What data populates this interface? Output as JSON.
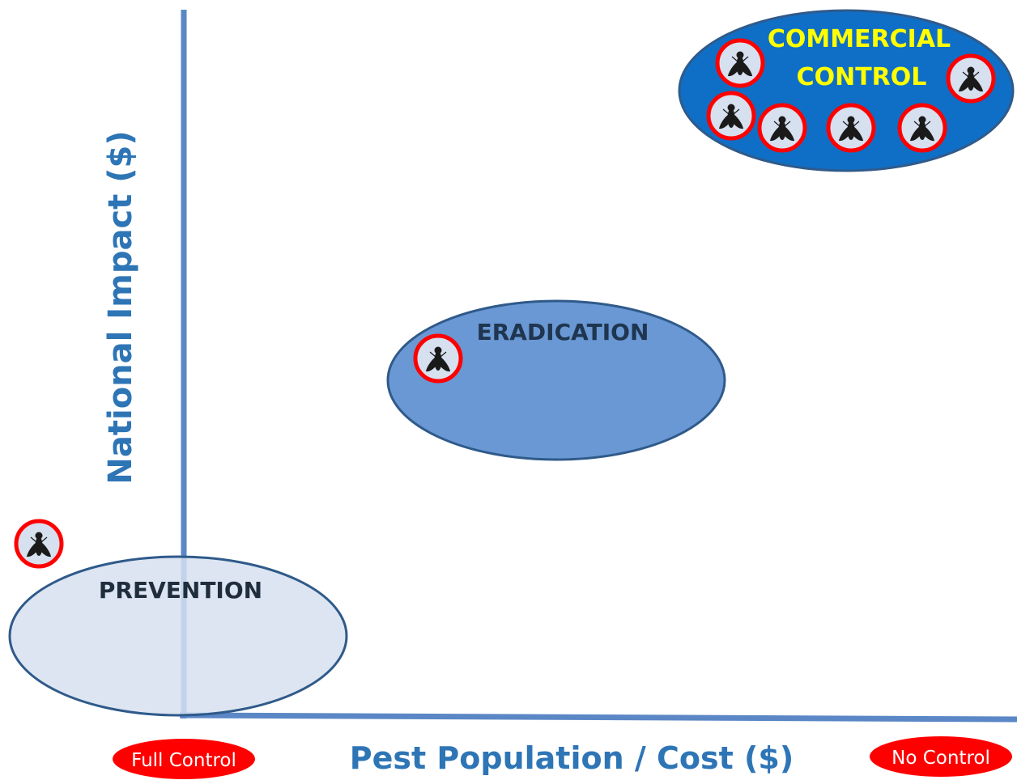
{
  "regions": {
    "prevention": {
      "label": "PREVENTION",
      "fill": "#d6e0ef",
      "stroke": "#2f5a8a",
      "text_color": "#1f2d3d"
    },
    "eradication": {
      "label": "ERADICATION",
      "fill": "#6a98d4",
      "stroke": "#2f5a8a",
      "text_color": "#1f3550"
    },
    "commercial": {
      "label_line1": "COMMERCIAL",
      "label_line2": "CONTROL",
      "fill": "#0f6fc6",
      "stroke": "#2f5a8a",
      "text_color": "#ffff00"
    }
  },
  "axes": {
    "x_label": "Pest Population / Cost ($)",
    "y_label": "National Impact ($)",
    "color": "#5b87c6"
  },
  "endpoints": {
    "left": "Full Control",
    "right": "No Control",
    "fill": "#ff0000"
  },
  "icon": {
    "name": "fly-icon",
    "ring": "#ff0000",
    "bg": "#d6e0ef",
    "fly": "#1a1a1a"
  }
}
